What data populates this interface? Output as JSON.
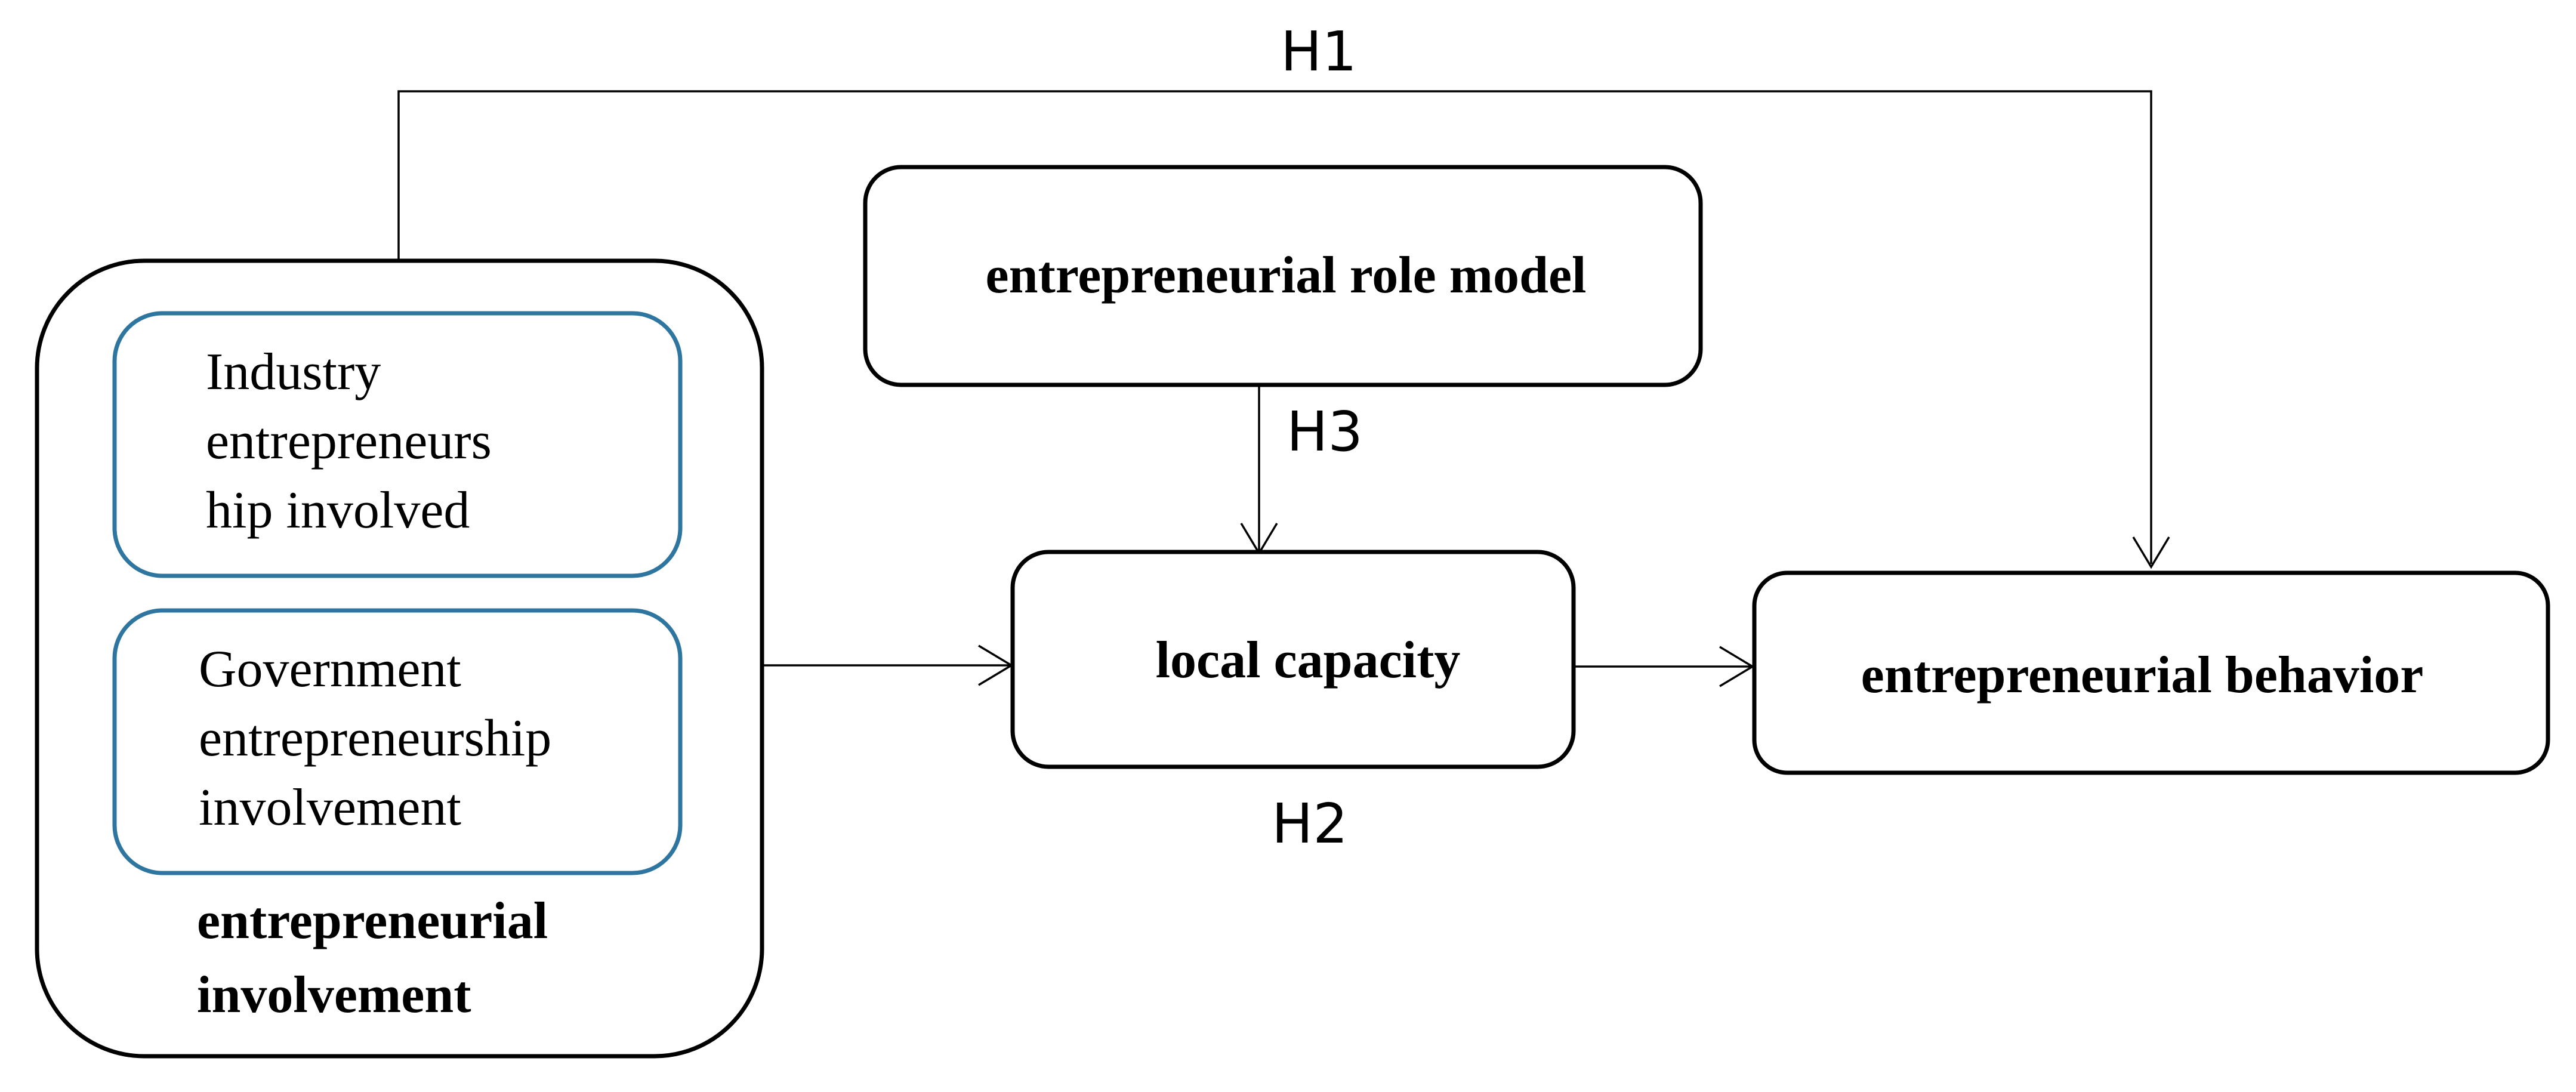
{
  "diagram": {
    "nodes": {
      "involvement": {
        "label_lines": [
          "entrepreneurial",
          "involvement"
        ],
        "sub_items": [
          {
            "lines": [
              "Industry",
              "entrepreneurs",
              "hip involved"
            ]
          },
          {
            "lines": [
              "Government",
              "entrepreneurship",
              "involvement"
            ]
          }
        ]
      },
      "role_model": {
        "label": "entrepreneurial role model"
      },
      "local_capacity": {
        "label": "local capacity"
      },
      "behavior": {
        "label": "entrepreneurial behavior"
      }
    },
    "edges": [
      {
        "from": "involvement",
        "to": "behavior",
        "label": "H1"
      },
      {
        "from": "involvement",
        "to": "local_capacity",
        "label": ""
      },
      {
        "from": "local_capacity",
        "to": "behavior",
        "label": ""
      },
      {
        "from": "role_model",
        "to": "local_capacity",
        "label": "H3"
      }
    ],
    "hypothesis_labels": {
      "h1": "H1",
      "h2": "H2",
      "h3": "H3"
    },
    "colors": {
      "outer_border": "#000000",
      "sub_box_border": "#2e75a0"
    }
  }
}
